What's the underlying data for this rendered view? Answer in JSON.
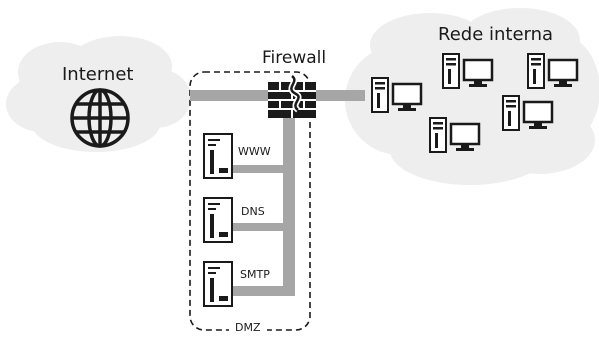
{
  "labels": {
    "internet": "Internet",
    "firewall": "Firewall",
    "internal_network": "Rede interna",
    "dmz": "DMZ"
  },
  "servers": [
    {
      "label": "WWW"
    },
    {
      "label": "DNS"
    },
    {
      "label": "SMTP"
    }
  ],
  "icons": {
    "internet": "globe-icon",
    "firewall": "firewall-brick-icon",
    "server": "server-icon",
    "workstation": "desktop-computer-icon"
  },
  "internal_workstation_count": 5,
  "colors": {
    "cloud_fill": "#eeeeee",
    "link": "#a6a6a6",
    "outline": "#1a1a1a"
  }
}
